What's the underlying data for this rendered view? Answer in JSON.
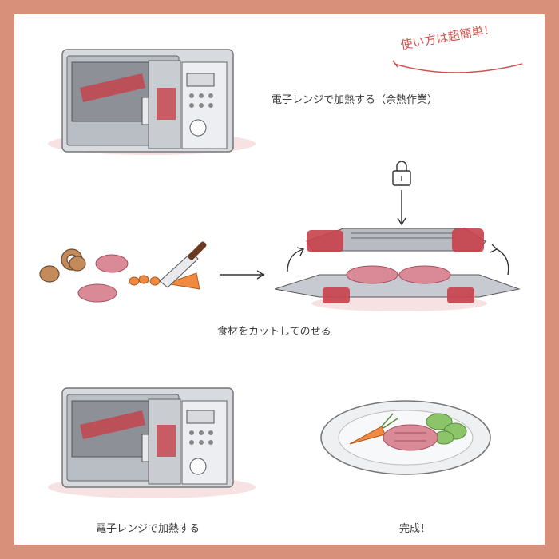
{
  "badge": {
    "text": "使い方は超簡単！",
    "color": "#d0524e"
  },
  "steps": {
    "step1": "電子レンジで加熱する（余熱作業）",
    "step2": "食材をカットしてのせる",
    "step3": "電子レンジで加熱する",
    "step4": "完成！"
  },
  "colors": {
    "frame": "#d8907a",
    "grill_red": "#c8404a",
    "microwave": "#c9ccd1"
  },
  "icons": [
    "lock-icon",
    "arrow-right-icon",
    "arrow-down-icon",
    "rotate-arrow-icon"
  ]
}
